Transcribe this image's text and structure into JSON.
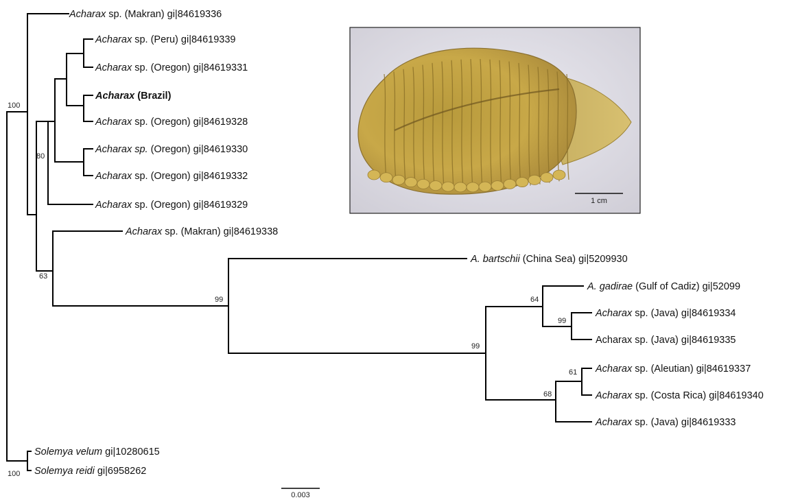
{
  "tips": [
    {
      "id": "t1",
      "parts": [
        {
          "t": "Acharax",
          "s": "it"
        },
        {
          "t": " sp. (Makran) gi|84619336"
        }
      ]
    },
    {
      "id": "t2",
      "parts": [
        {
          "t": "Acharax",
          "s": "it"
        },
        {
          "t": " sp. (Peru) gi|84619339"
        }
      ]
    },
    {
      "id": "t3",
      "parts": [
        {
          "t": "Acharax",
          "s": "it"
        },
        {
          "t": " sp. (Oregon) gi|84619331"
        }
      ]
    },
    {
      "id": "t4",
      "parts": [
        {
          "t": "Acharax",
          "s": "itbd"
        },
        {
          "t": " (Brazil)",
          "s": "bd"
        }
      ]
    },
    {
      "id": "t5",
      "parts": [
        {
          "t": "Acharax",
          "s": "it"
        },
        {
          "t": " sp. (Oregon) gi|84619328"
        }
      ]
    },
    {
      "id": "t6",
      "parts": [
        {
          "t": "Acharax sp.",
          "s": "it"
        },
        {
          "t": " (Oregon) gi|84619330"
        }
      ]
    },
    {
      "id": "t7",
      "parts": [
        {
          "t": "Acharax",
          "s": "it"
        },
        {
          "t": " sp. (Oregon) gi|84619332"
        }
      ]
    },
    {
      "id": "t8",
      "parts": [
        {
          "t": "Acharax",
          "s": "it"
        },
        {
          "t": " sp. (Oregon) gi|84619329"
        }
      ]
    },
    {
      "id": "t9",
      "parts": [
        {
          "t": "Acharax",
          "s": "it"
        },
        {
          "t": " sp. (Makran) gi|84619338"
        }
      ]
    },
    {
      "id": "t10",
      "parts": [
        {
          "t": "A. bartschii",
          "s": "it"
        },
        {
          "t": " (China Sea) gi|5209930"
        }
      ]
    },
    {
      "id": "t11",
      "parts": [
        {
          "t": "A. gadirae",
          "s": "it"
        },
        {
          "t": " (Gulf of Cadiz) gi|52099"
        }
      ]
    },
    {
      "id": "t12",
      "parts": [
        {
          "t": "Acharax",
          "s": "it"
        },
        {
          "t": " sp. (Java) gi|84619334"
        }
      ]
    },
    {
      "id": "t13",
      "parts": [
        {
          "t": "Acharax sp. (Java) gi|84619335"
        }
      ]
    },
    {
      "id": "t14",
      "parts": [
        {
          "t": "Acharax",
          "s": "it"
        },
        {
          "t": " sp. (Aleutian) gi|84619337"
        }
      ]
    },
    {
      "id": "t15",
      "parts": [
        {
          "t": "Acharax",
          "s": "it"
        },
        {
          "t": " sp. (Costa Rica) gi|84619340"
        }
      ]
    },
    {
      "id": "t16",
      "parts": [
        {
          "t": "Acharax",
          "s": "it"
        },
        {
          "t": " sp. (Java) gi|84619333"
        }
      ]
    },
    {
      "id": "t17",
      "parts": [
        {
          "t": "Solemya velum",
          "s": "it"
        },
        {
          "t": " gi|10280615"
        }
      ]
    },
    {
      "id": "t18",
      "parts": [
        {
          "t": "Solemya reidi",
          "s": "it"
        },
        {
          "t": " gi|6958262"
        }
      ]
    }
  ],
  "bootstrap": [
    {
      "id": "root_clade",
      "value": "100"
    },
    {
      "id": "n80",
      "value": "80"
    },
    {
      "id": "n63",
      "value": "63"
    },
    {
      "id": "n99a",
      "value": "99"
    },
    {
      "id": "n64",
      "value": "64"
    },
    {
      "id": "n99b",
      "value": "99"
    },
    {
      "id": "n99c",
      "value": "99"
    },
    {
      "id": "n61",
      "value": "61"
    },
    {
      "id": "n68",
      "value": "68"
    },
    {
      "id": "n100s",
      "value": "100"
    }
  ],
  "scale_bar": {
    "label": "0.003"
  },
  "inset_photo": {
    "scale_label": "1 cm"
  }
}
